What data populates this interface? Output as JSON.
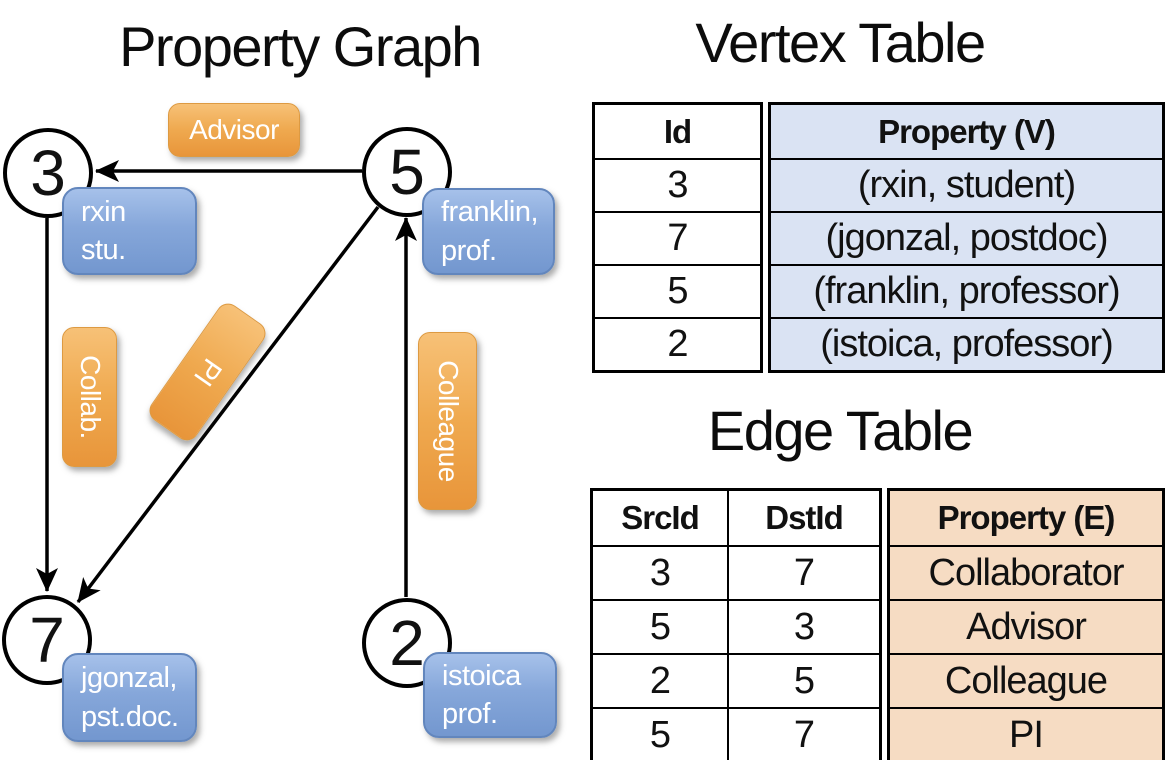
{
  "diagram": {
    "title": "Property Graph",
    "vertices": [
      {
        "id": "3",
        "label_lines": [
          "rxin",
          "stu."
        ]
      },
      {
        "id": "5",
        "label_lines": [
          "franklin,",
          "prof."
        ]
      },
      {
        "id": "7",
        "label_lines": [
          "jgonzal,",
          "pst.doc."
        ]
      },
      {
        "id": "2",
        "label_lines": [
          "istoica",
          "prof."
        ]
      }
    ],
    "edge_labels": {
      "advisor": "Advisor",
      "collab": "Collab.",
      "pi": "PI",
      "colleague": "Colleague"
    }
  },
  "vertex_table": {
    "title": "Vertex Table",
    "columns": [
      "Id",
      "Property (V)"
    ],
    "rows": [
      [
        "3",
        "(rxin, student)"
      ],
      [
        "7",
        "(jgonzal, postdoc)"
      ],
      [
        "5",
        "(franklin, professor)"
      ],
      [
        "2",
        "(istoica, professor)"
      ]
    ]
  },
  "edge_table": {
    "title": "Edge Table",
    "columns": [
      "SrcId",
      "DstId",
      "Property (E)"
    ],
    "rows": [
      [
        "3",
        "7",
        "Collaborator"
      ],
      [
        "5",
        "3",
        "Advisor"
      ],
      [
        "2",
        "5",
        "Colleague"
      ],
      [
        "5",
        "7",
        "PI"
      ]
    ]
  },
  "colors": {
    "node_fill_blue": "#86a7da",
    "node_fill_orange": "#efa94f",
    "table_fill_blue": "#dae3f3",
    "table_fill_orange": "#f6dcc3",
    "line_black": "#000000",
    "text_white": "#ffffff"
  }
}
